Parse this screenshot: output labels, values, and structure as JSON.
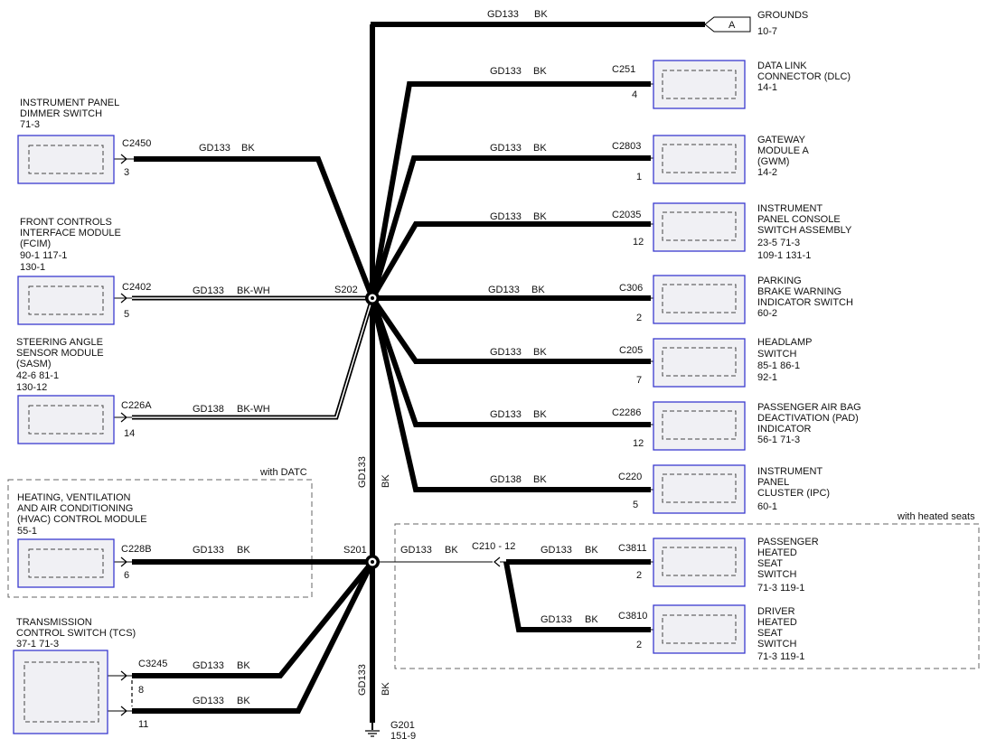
{
  "wire_color": "#000000",
  "module_border_color": "#3a3ad0",
  "grounds": {
    "connector": "A",
    "label": "GROUNDS",
    "ref": "10-7",
    "circuit": "GD133",
    "color": "BK"
  },
  "splices": {
    "s202": "S202",
    "s201": "S201"
  },
  "trunk": {
    "circuit": "GD133",
    "color": "BK"
  },
  "trunk_lower": {
    "circuit": "GD133",
    "color": "BK"
  },
  "ground_point": {
    "id": "G201",
    "ref": "151-9"
  },
  "option_labels": {
    "datc": "with DATC",
    "heated_seats": "with heated seats"
  },
  "left_modules": [
    {
      "name_lines": [
        "INSTRUMENT PANEL",
        "DIMMER SWITCH"
      ],
      "refs": [
        "71-3"
      ],
      "connector": "C2450",
      "pin": "3",
      "circuit": "GD133",
      "color": "BK"
    },
    {
      "name_lines": [
        "FRONT CONTROLS",
        "INTERFACE MODULE",
        "(FCIM)"
      ],
      "refs": [
        "90-1    117-1",
        "130-1"
      ],
      "connector": "C2402",
      "pin": "5",
      "circuit": "GD133",
      "color": "BK-WH"
    },
    {
      "name_lines": [
        "STEERING ANGLE",
        "SENSOR MODULE",
        "(SASM)"
      ],
      "refs": [
        "42-6    81-1",
        "130-12"
      ],
      "connector": "C226A",
      "pin": "14",
      "circuit": "GD138",
      "color": "BK-WH"
    },
    {
      "name_lines": [
        "HEATING, VENTILATION",
        "AND AIR CONDITIONING",
        "(HVAC) CONTROL MODULE"
      ],
      "refs": [
        "55-1"
      ],
      "connector": "C228B",
      "pin": "6",
      "circuit": "GD133",
      "color": "BK"
    }
  ],
  "tcs": {
    "name_lines": [
      "TRANSMISSION",
      "CONTROL SWITCH (TCS)"
    ],
    "refs": [
      "37-1    71-3"
    ],
    "connector": "C3245",
    "wires": [
      {
        "pin": "8",
        "circuit": "GD133",
        "color": "BK"
      },
      {
        "pin": "11",
        "circuit": "GD133",
        "color": "BK"
      }
    ]
  },
  "right_modules": [
    {
      "name_lines": [
        "DATA LINK",
        "CONNECTOR (DLC)"
      ],
      "refs": [
        "14-1"
      ],
      "connector": "C251",
      "pin": "4",
      "circuit": "GD133",
      "color": "BK"
    },
    {
      "name_lines": [
        "GATEWAY",
        "MODULE A",
        "(GWM)"
      ],
      "refs": [
        "14-2"
      ],
      "connector": "C2803",
      "pin": "1",
      "circuit": "GD133",
      "color": "BK"
    },
    {
      "name_lines": [
        "INSTRUMENT",
        "PANEL CONSOLE",
        "SWITCH ASSEMBLY"
      ],
      "refs": [
        "23-5    71-3",
        "109-1  131-1"
      ],
      "connector": "C2035",
      "pin": "12",
      "circuit": "GD133",
      "color": "BK"
    },
    {
      "name_lines": [
        "PARKING",
        "BRAKE WARNING",
        "INDICATOR SWITCH"
      ],
      "refs": [
        "60-2"
      ],
      "connector": "C306",
      "pin": "2",
      "circuit": "GD133",
      "color": "BK"
    },
    {
      "name_lines": [
        "HEADLAMP",
        "SWITCH"
      ],
      "refs": [
        "85-1    86-1",
        "92-1"
      ],
      "connector": "C205",
      "pin": "7",
      "circuit": "GD133",
      "color": "BK"
    },
    {
      "name_lines": [
        "PASSENGER AIR BAG",
        "DEACTIVATION (PAD)",
        "INDICATOR"
      ],
      "refs": [
        "56-1    71-3"
      ],
      "connector": "C2286",
      "pin": "12",
      "circuit": "GD133",
      "color": "BK"
    },
    {
      "name_lines": [
        "INSTRUMENT",
        "PANEL",
        "CLUSTER (IPC)"
      ],
      "refs": [
        "60-1"
      ],
      "connector": "C220",
      "pin": "5",
      "circuit": "GD138",
      "color": "BK"
    }
  ],
  "seat_branch": {
    "circuit": "GD133",
    "color": "BK",
    "inline_connector": "C210 - 12"
  },
  "seat_modules": [
    {
      "name_lines": [
        "PASSENGER",
        "HEATED",
        "SEAT",
        "SWITCH"
      ],
      "refs": [
        "71-3    119-1"
      ],
      "connector": "C3811",
      "pin": "2",
      "circuit": "GD133",
      "color": "BK"
    },
    {
      "name_lines": [
        "DRIVER",
        "HEATED",
        "SEAT",
        "SWITCH"
      ],
      "refs": [
        "71-3    119-1"
      ],
      "connector": "C3810",
      "pin": "2",
      "circuit": "GD133",
      "color": "BK"
    }
  ]
}
